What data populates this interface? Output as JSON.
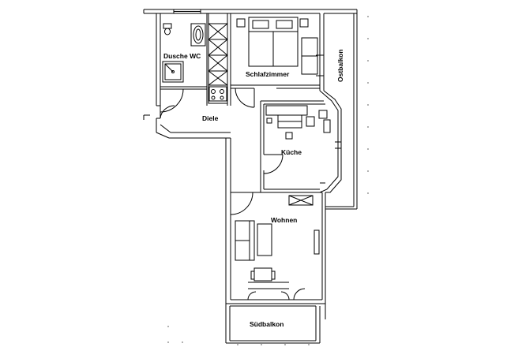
{
  "rooms": {
    "dusche_wc": "Dusche WC",
    "schlafzimmer": "Schlafzimmer",
    "ostbalkon": "Ostbalkon",
    "diele": "Diele",
    "kueche": "Küche",
    "wohnen": "Wohnen",
    "suedbalkon": "Südbalkon"
  },
  "colors": {
    "line": "#000000",
    "background": "#ffffff"
  }
}
